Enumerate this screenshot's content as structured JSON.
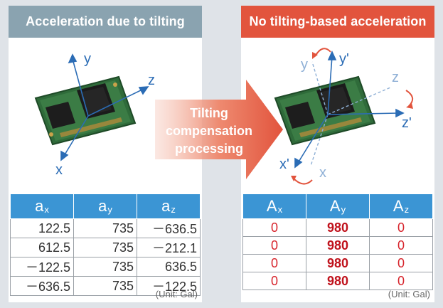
{
  "left_panel": {
    "title": "Acceleration due to tilting",
    "axes": {
      "x": "x",
      "y": "y",
      "z": "z"
    },
    "table": {
      "headers": [
        {
          "base": "a",
          "sub": "x"
        },
        {
          "base": "a",
          "sub": "y"
        },
        {
          "base": "a",
          "sub": "z"
        }
      ],
      "rows": [
        [
          "122.5",
          "735",
          "－636.5"
        ],
        [
          "612.5",
          "735",
          "－212.1"
        ],
        [
          "－122.5",
          "735",
          "636.5"
        ],
        [
          "－636.5",
          "735",
          "－122.5"
        ]
      ]
    },
    "unit": "(Unit: Gal)"
  },
  "middle_arrow": {
    "label_lines": [
      "Tilting",
      "compensation",
      "processing"
    ]
  },
  "right_panel": {
    "title": "No tilting-based acceleration",
    "axes": {
      "x": "x",
      "y": "y",
      "z": "z",
      "x_prime": "x'",
      "y_prime": "y'",
      "z_prime": "z'"
    },
    "table": {
      "headers": [
        {
          "base": "A",
          "sub": "x"
        },
        {
          "base": "A",
          "sub": "y"
        },
        {
          "base": "A",
          "sub": "z"
        }
      ],
      "rows": [
        [
          "0",
          "980",
          "0"
        ],
        [
          "0",
          "980",
          "0"
        ],
        [
          "0",
          "980",
          "0"
        ],
        [
          "0",
          "980",
          "0"
        ]
      ]
    },
    "unit": "(Unit: Gal)"
  },
  "colors": {
    "left_header": "#8aa3b0",
    "right_header": "#e2543d",
    "table_header": "#3b95d4",
    "axis_blue": "#2b6cb5",
    "axis_light": "#8fb0d6",
    "value_red": "#d7242c",
    "arrow_gradient_start": "#f6c6b8",
    "arrow_gradient_end": "#e2543d"
  }
}
